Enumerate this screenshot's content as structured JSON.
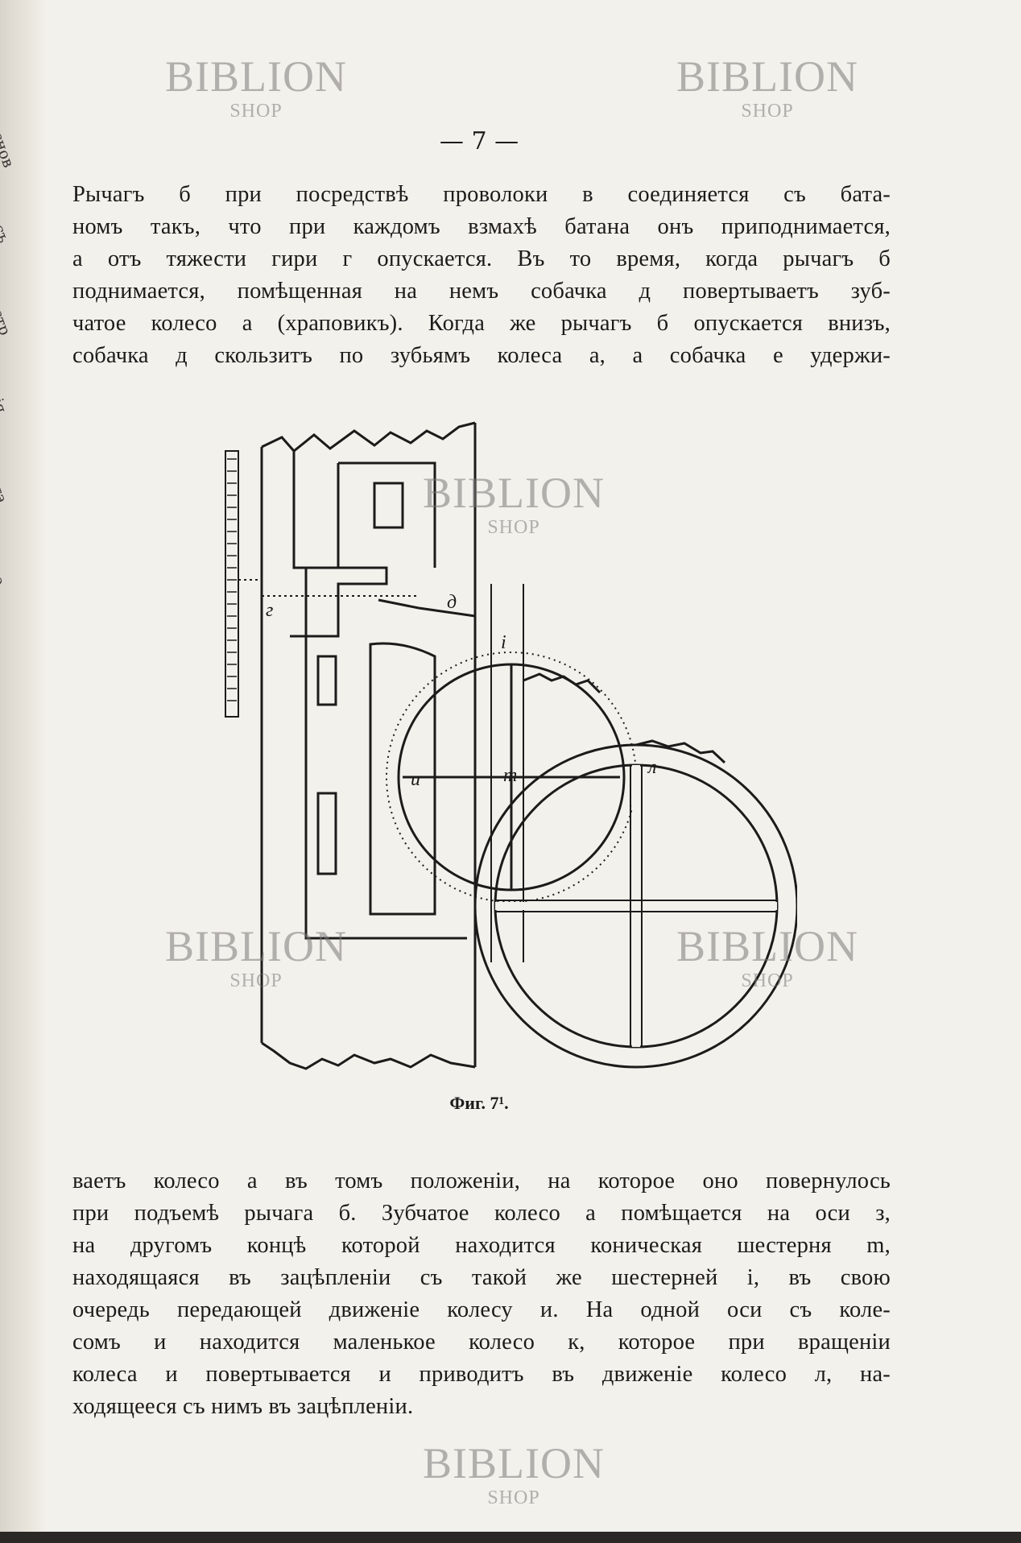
{
  "page": {
    "number": "— 7 —",
    "left_page_fragments": [
      "основ",
      "в съ",
      "устр",
      "нія",
      "ста",
      "по"
    ]
  },
  "paragraph_top": [
    "Рычагъ б при посредствѣ проволоки в соединяется съ бата-",
    "номъ такъ, что при каждомъ взмахѣ батана онъ приподнимается,",
    "а отъ тяжести гири г опускается. Въ то время, когда рычагъ б",
    "поднимается, помѣщенная на немъ собачка д повертываетъ зуб-",
    "чатое колесо а (храповикъ). Когда же рычагъ б опускается внизъ,",
    "собачка д скользитъ по зубьямъ колеса а, а собачка е удержи-"
  ],
  "figure": {
    "caption": "Фиг. 7¹.",
    "labels": [
      "г",
      "д",
      "i",
      "и",
      "m",
      "л"
    ]
  },
  "paragraph_bottom": [
    "ваетъ колесо а въ томъ положеніи, на которое оно повернулось",
    "при подъемѣ рычага б. Зубчатое колесо а помѣщается на оси з,",
    "на другомъ концѣ которой находится коническая шестерня m,",
    "находящаяся въ зацѣпленіи съ такой же шестерней i, въ свою",
    "очередь передающей движеніе колесу и. На одной оси съ коле-",
    "сомъ и находится маленькое колесо к, которое при вращеніи",
    "колеса и повертывается и приводитъ въ движеніе колесо л, на-",
    "ходящееся съ нимъ въ зацѣпленіи."
  ],
  "watermark": {
    "brand": "BIBLION",
    "sub": "SHOP"
  }
}
